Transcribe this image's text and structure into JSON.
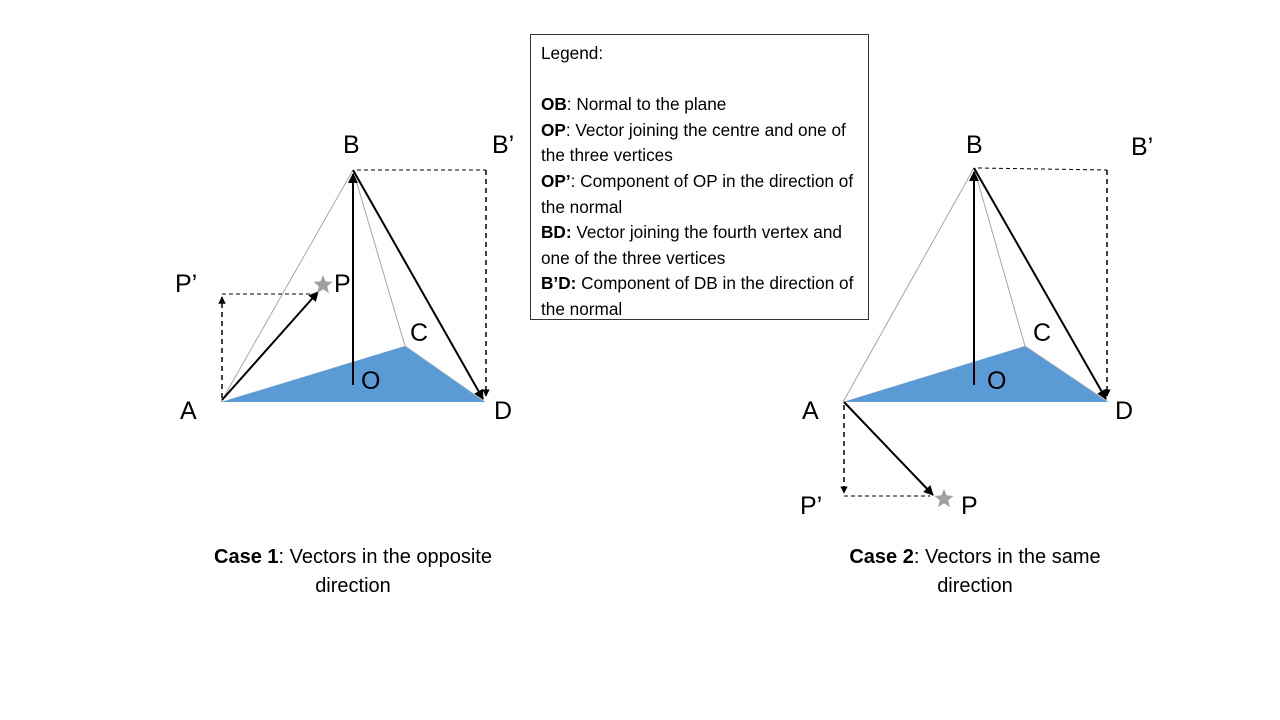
{
  "legend": {
    "title": "Legend:",
    "entries": [
      {
        "term": "OB",
        "desc": ": Normal to the plane"
      },
      {
        "term": "OP",
        "desc": ": Vector joining the centre and one of the three vertices"
      },
      {
        "term": "OP’",
        "desc": ": Component of OP in the direction of the normal"
      },
      {
        "term": "BD:",
        "desc": " Vector joining the fourth vertex and one of the three vertices"
      },
      {
        "term": "B’D:",
        "desc": " Component of DB in the direction of the normal"
      }
    ]
  },
  "case1": {
    "labels": {
      "A": "A",
      "B": "B",
      "B_prime": "B’",
      "C": "C",
      "D": "D",
      "O": "O",
      "P": "P",
      "P_prime": "P’"
    },
    "caption_bold": "Case 1",
    "caption_rest": ":  Vectors in the opposite direction"
  },
  "case2": {
    "labels": {
      "A": "A",
      "B": "B",
      "B_prime": "B’",
      "C": "C",
      "D": "D",
      "O": "O",
      "P": "P",
      "P_prime": "P’"
    },
    "caption_bold": "Case 2",
    "caption_rest": ": Vectors in the same direction"
  },
  "colors": {
    "base_face": "#5b9bd5",
    "edge_gray": "#a6a6a6",
    "star": "#a0a0a0",
    "line": "#000000"
  }
}
